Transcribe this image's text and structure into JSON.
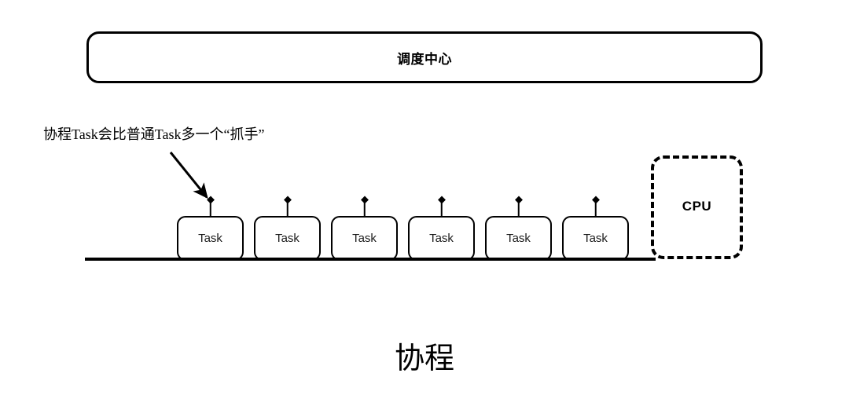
{
  "diagram": {
    "caption": "协程",
    "scheduler": {
      "label": "调度中心"
    },
    "annotation": {
      "text": "协程Task会比普通Task多一个“抓手”",
      "arrow_icon": "arrow-down-right-icon"
    },
    "tasks": [
      {
        "label": "Task",
        "handle_icon": "diamond-handle-icon"
      },
      {
        "label": "Task",
        "handle_icon": "diamond-handle-icon"
      },
      {
        "label": "Task",
        "handle_icon": "diamond-handle-icon"
      },
      {
        "label": "Task",
        "handle_icon": "diamond-handle-icon"
      },
      {
        "label": "Task",
        "handle_icon": "diamond-handle-icon"
      },
      {
        "label": "Task",
        "handle_icon": "diamond-handle-icon"
      }
    ],
    "cpu": {
      "label": "CPU"
    },
    "colors": {
      "stroke": "#000000",
      "fill": "#ffffff",
      "text": "#000000"
    }
  }
}
